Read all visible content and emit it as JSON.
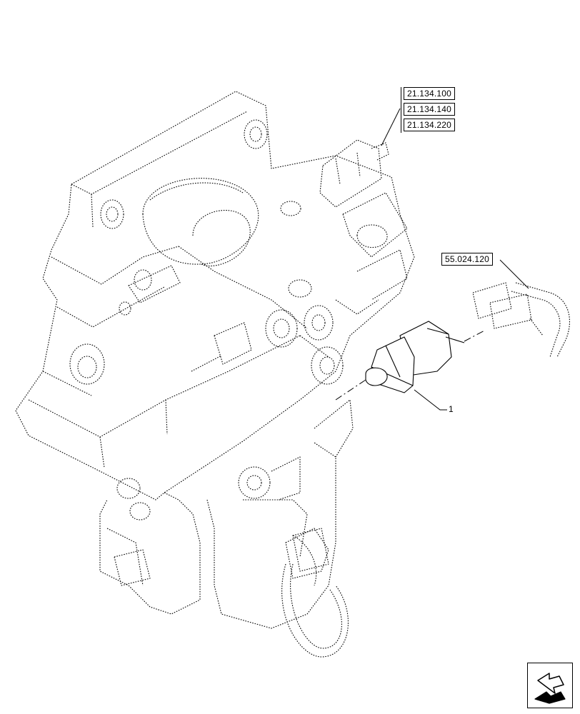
{
  "references_group": [
    "21.134.100",
    "21.134.140",
    "21.134.220"
  ],
  "reference_single": "55.024.120",
  "part_callout": "1",
  "nav_icon": "back-arrow-icon"
}
